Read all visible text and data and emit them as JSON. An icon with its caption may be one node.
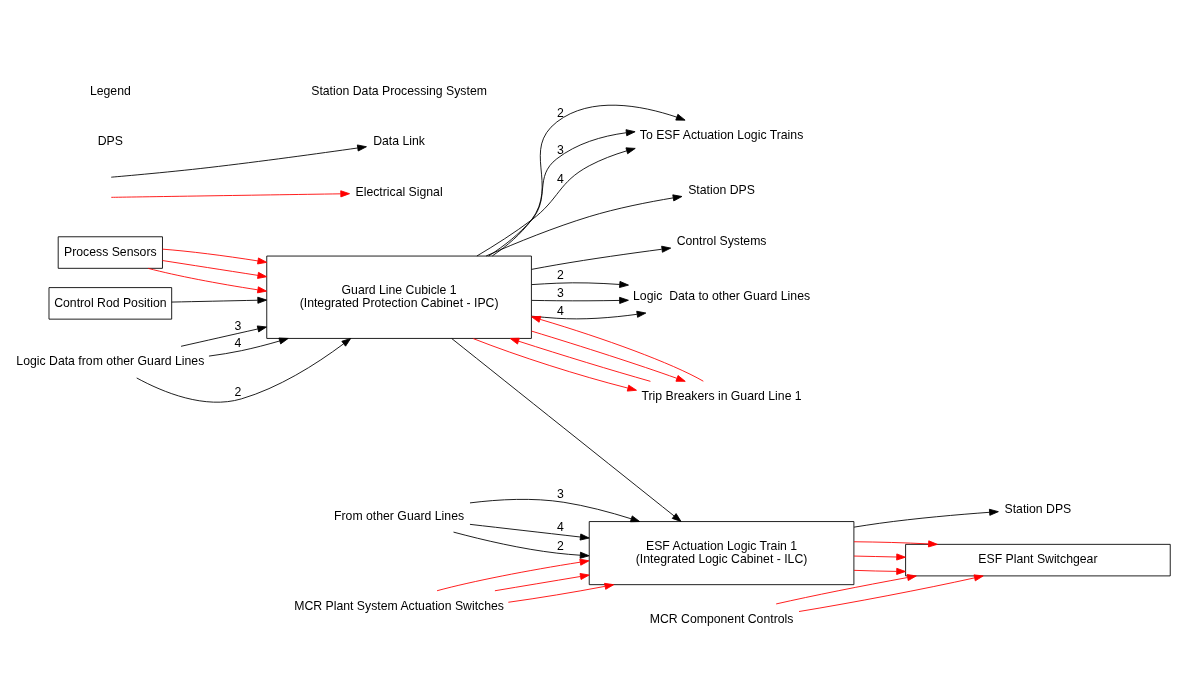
{
  "diagram": {
    "nodes": [
      {
        "text": [
          "Process Sensors"
        ]
      },
      {
        "text": [
          "Control Rod Position"
        ]
      },
      {
        "text": [
          "Guard Line Cubicle 1",
          "(Integrated Protection Cabinet - IPC)"
        ]
      },
      {
        "text": [
          "ESF Actuation Logic Train 1",
          "(Integrated Logic Cabinet - ILC)"
        ]
      },
      {
        "text": [
          "ESF Plant Switchgear"
        ]
      },
      {
        "text": [
          "Logic Data from other Guard Lines"
        ]
      },
      {
        "text": [
          "Station DPS"
        ]
      },
      {
        "text": [
          "Control Systems"
        ]
      },
      {
        "text": [
          "Logic  Data to other Guard Lines"
        ]
      },
      {
        "text": [
          "Trip Breakers in Guard Line 1"
        ]
      },
      {
        "text": [
          "To ESF Actuation Logic Trains"
        ]
      },
      {
        "text": [
          "From other Guard Lines"
        ]
      },
      {
        "text": [
          "MCR Plant System Actuation Switches"
        ]
      },
      {
        "text": [
          "Station DPS"
        ]
      },
      {
        "text": [
          "MCR Component Controls"
        ]
      }
    ],
    "edges": [
      {
        "from": 0,
        "to": 2,
        "arrow": "to",
        "color": "#ff0000"
      },
      {
        "from": 0,
        "to": 2,
        "arrow": "to",
        "color": "#ff0000"
      },
      {
        "from": 0,
        "to": 2,
        "arrow": "to",
        "color": "#ff0000"
      },
      {
        "from": 1,
        "to": 2,
        "arrow": "to"
      },
      {
        "from": 5,
        "to": 2,
        "arrow": "to",
        "label": "2"
      },
      {
        "from": 5,
        "to": 2,
        "arrow": "to",
        "label": "3"
      },
      {
        "from": 5,
        "to": 2,
        "arrow": "to",
        "label": "4"
      },
      {
        "from": 2,
        "to": 6,
        "arrow": "to"
      },
      {
        "from": 2,
        "to": 7,
        "arrow": "to"
      },
      {
        "from": 2,
        "to": 8,
        "arrow": "to",
        "label": "2"
      },
      {
        "from": 2,
        "to": 8,
        "arrow": "to",
        "label": "3"
      },
      {
        "from": 2,
        "to": 8,
        "arrow": "to",
        "label": "4"
      },
      {
        "from": 2,
        "to": 9,
        "arrow": "to",
        "color": "#ff0000"
      },
      {
        "from": 9,
        "to": 2,
        "arrow": "to",
        "color": "#ff0000"
      },
      {
        "from": 2,
        "to": 9,
        "arrow": "to",
        "color": "#ff0000"
      },
      {
        "from": 9,
        "to": 2,
        "arrow": "to",
        "color": "#ff0000"
      },
      {
        "from": 2,
        "to": 10,
        "arrow": "to",
        "label": "2"
      },
      {
        "from": 2,
        "to": 10,
        "arrow": "to",
        "label": "3"
      },
      {
        "from": 2,
        "to": 10,
        "arrow": "to",
        "label": "4"
      },
      {
        "from": 2,
        "to": 3,
        "arrow": "to"
      },
      {
        "from": 11,
        "to": 3,
        "arrow": "to",
        "label": "2"
      },
      {
        "from": 11,
        "to": 3,
        "arrow": "to",
        "label": "3"
      },
      {
        "from": 11,
        "to": 3,
        "arrow": "to",
        "label": "4"
      },
      {
        "from": 12,
        "to": 3,
        "arrow": "to",
        "color": "#ff0000"
      },
      {
        "from": 12,
        "to": 3,
        "arrow": "to",
        "color": "#ff0000"
      },
      {
        "from": 12,
        "to": 3,
        "arrow": "to",
        "color": "#ff0000"
      },
      {
        "from": 3,
        "to": 13,
        "arrow": "to"
      },
      {
        "from": 3,
        "to": 4,
        "arrow": "to",
        "color": "#ff0000"
      },
      {
        "from": 3,
        "to": 4,
        "arrow": "to",
        "color": "#ff0000"
      },
      {
        "from": 3,
        "to": 4,
        "arrow": "to",
        "color": "#ff0000"
      },
      {
        "from": 14,
        "to": 4,
        "arrow": "to",
        "color": "#ff0000"
      },
      {
        "from": 14,
        "to": 4,
        "arrow": "to",
        "color": "#ff0000"
      }
    ],
    "labels": [
      "Legend",
      "DPS",
      "Station Data Processing System"
    ],
    "legend": [
      {
        "text": "Data Link"
      },
      {
        "text": "Electrical Signal"
      }
    ]
  }
}
